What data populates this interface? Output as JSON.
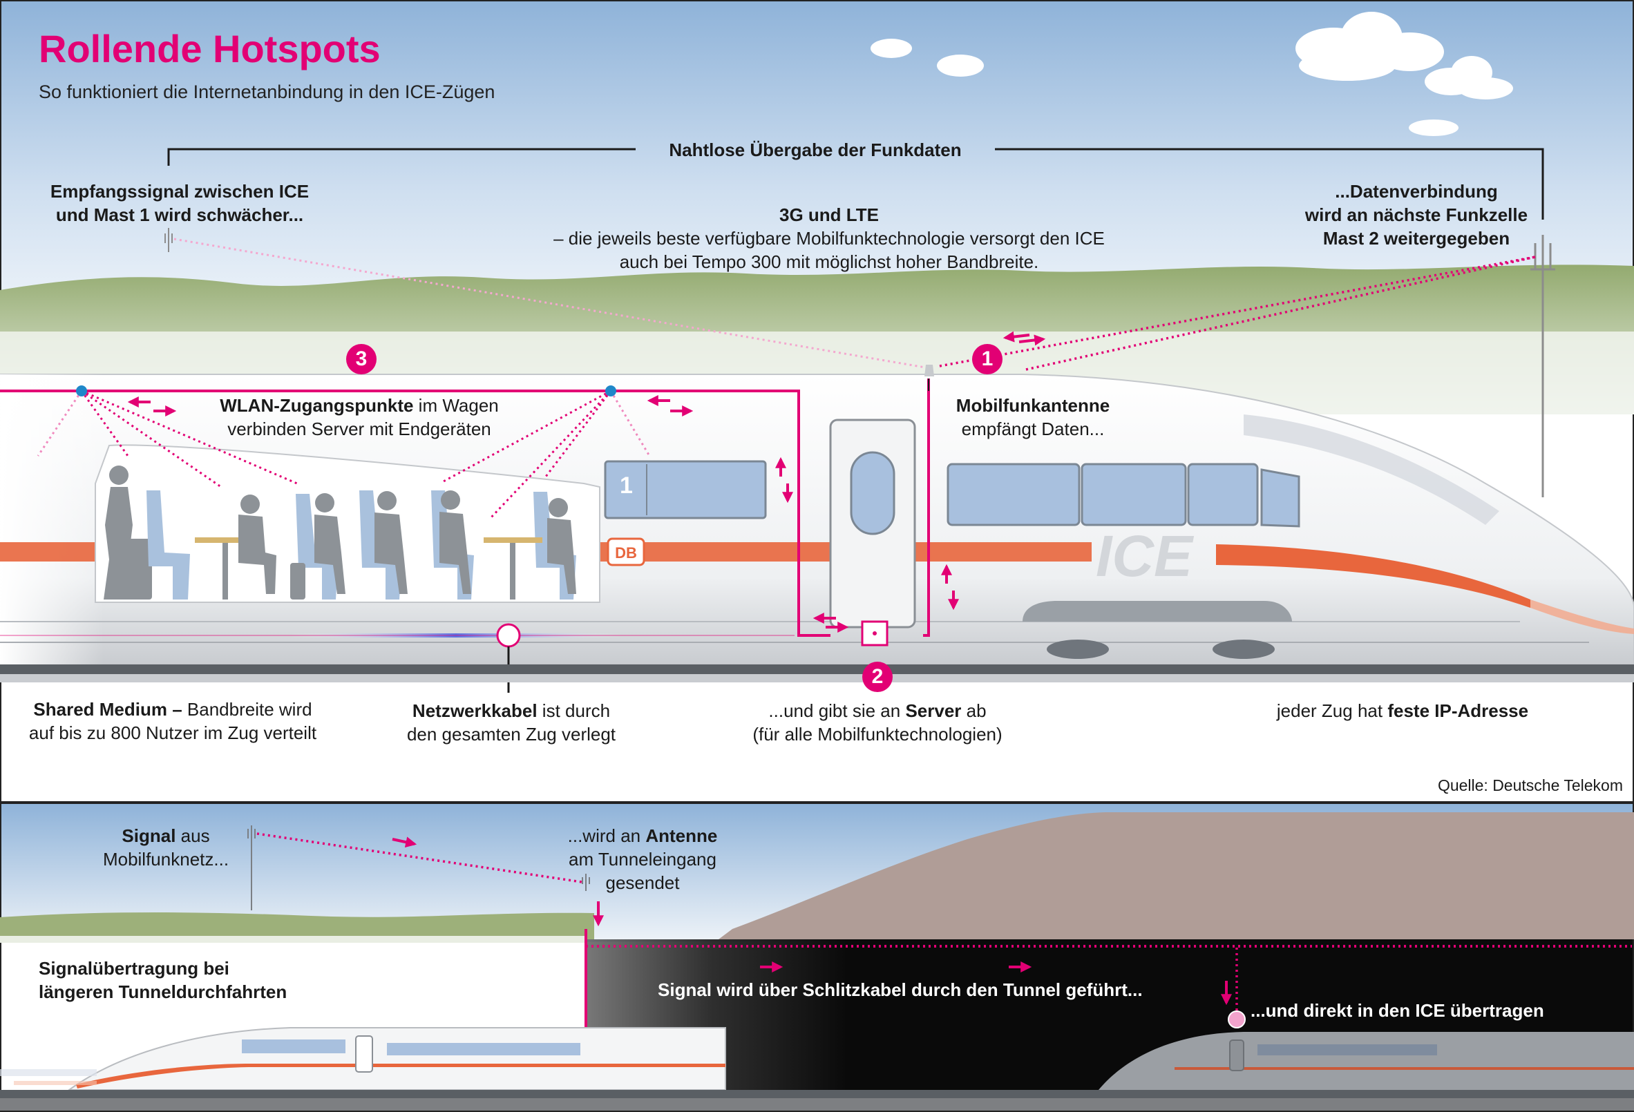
{
  "header": {
    "title": "Rollende Hotspots",
    "subtitle": "So funktioniert die Internetanbindung in den ICE-Zügen"
  },
  "handover": {
    "title": "Nahtlose Übergabe der Funkdaten",
    "left_line1": "Empfangssignal zwischen ICE",
    "left_line2": "und Mast 1 wird schwächer...",
    "right_line1": "...Datenverbindung",
    "right_line2": "wird an nächste Funkzelle",
    "right_line3": "Mast 2 weitergegeben"
  },
  "tech": {
    "title": "3G und LTE",
    "line1": "– die jeweils beste verfügbare Mobilfunktechnologie versorgt den ICE",
    "line2": "auch bei Tempo 300 mit möglichst hoher Bandbreite."
  },
  "markers": {
    "m1": "1",
    "m2": "2",
    "m3": "3"
  },
  "train_labels": {
    "car_number": "1",
    "db_logo": "DB",
    "ice_logo": "ICE"
  },
  "wlan": {
    "bold": "WLAN-Zugangspunkte",
    "rest": " im Wagen",
    "line2": "verbinden Server mit Endgeräten"
  },
  "antenna": {
    "bold": "Mobilfunkantenne",
    "line2": "empfängt Daten..."
  },
  "shared": {
    "bold": "Shared Medium –",
    "rest": " Bandbreite wird",
    "line2": "auf bis zu 800 Nutzer im Zug verteilt"
  },
  "cable": {
    "bold": "Netzwerkkabel",
    "rest": " ist durch",
    "line2": "den gesamten Zug verlegt"
  },
  "server": {
    "pre": "...und gibt sie an ",
    "bold": "Server",
    "post": " ab",
    "line2": "(für alle Mobilfunktechnologien)"
  },
  "ip": {
    "pre": "jeder Zug hat ",
    "bold": "feste IP-Adresse"
  },
  "source": "Quelle: Deutsche Telekom",
  "tunnel": {
    "signal_bold": "Signal",
    "signal_rest": " aus",
    "signal_line2": "Mobilfunknetz...",
    "antenna_pre": "...wird an ",
    "antenna_bold": "Antenne",
    "antenna_line2": "am Tunneleingang",
    "antenna_line3": "gesendet",
    "heading_line1": "Signalübertragung bei",
    "heading_line2": "längeren Tunneldurchfahrten",
    "slot_cable": "Signal wird über Schlitzkabel durch den Tunnel geführt...",
    "direct": "...und direkt in den ICE übertragen"
  },
  "colors": {
    "magenta": "#e20074",
    "sky_top": "#8fb3d9",
    "hills": "#9db07a",
    "mountain": "#b09d97",
    "stripe": "#e8663d",
    "tunnel": "#0a0a0a"
  }
}
